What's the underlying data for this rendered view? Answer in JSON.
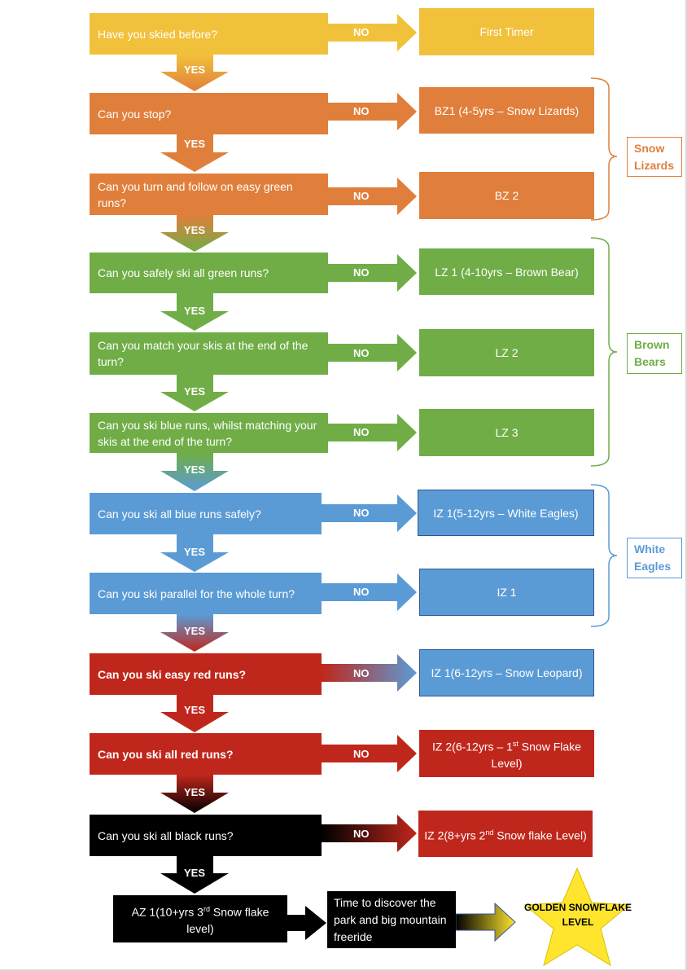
{
  "colors": {
    "yellow": "#f2c13b",
    "orange": "#e07f3b",
    "green": "#70ad47",
    "blue": "#5b9bd5",
    "red": "#c0271c",
    "black": "#000000",
    "star": "#ffe52e"
  },
  "yes_label": "YES",
  "no_label": "NO",
  "steps": [
    {
      "question": "Have you skied before?",
      "result": "First Timer"
    },
    {
      "question": "Can you stop?",
      "result": "BZ1 (4-5yrs – Snow Lizards)"
    },
    {
      "question": "Can you turn and follow on easy green runs?",
      "result": "BZ 2"
    },
    {
      "question": "Can you safely ski all green runs?",
      "result": "LZ 1 (4-10yrs – Brown Bear)"
    },
    {
      "question": "Can you match your skis at the end of the turn?",
      "result": "LZ 2"
    },
    {
      "question": "Can you ski blue runs, whilst matching your skis at the end of the turn?",
      "result": "LZ 3"
    },
    {
      "question": "Can you ski all blue runs safely?",
      "result": "IZ 1(5-12yrs – White Eagles)"
    },
    {
      "question": "Can you ski parallel for the whole turn?",
      "result": "IZ 1"
    },
    {
      "question": "Can you ski easy red runs?",
      "result": "IZ 1(6-12yrs – Snow Leopard)"
    },
    {
      "question": "Can you ski all red runs?",
      "result_pre": "IZ 2(6-12yrs – 1",
      "result_sup": "st",
      "result_post": " Snow Flake Level)"
    },
    {
      "question": "Can you ski all black runs?",
      "result_pre": "IZ 2(8+yrs 2",
      "result_sup": "nd",
      "result_post": " Snow flake Level)"
    }
  ],
  "final": {
    "az_pre": "AZ 1(10+yrs 3",
    "az_sup": "rd",
    "az_post": " Snow flake level)",
    "discover": "Time to discover the park and big mountain freeride",
    "star": "GOLDEN SNOWFLAKE LEVEL"
  },
  "groups": [
    {
      "label": "Snow Lizards",
      "color": "#e07f3b"
    },
    {
      "label": "Brown Bears",
      "color": "#70ad47"
    },
    {
      "label": "White Eagles",
      "color": "#5b9bd5"
    }
  ]
}
